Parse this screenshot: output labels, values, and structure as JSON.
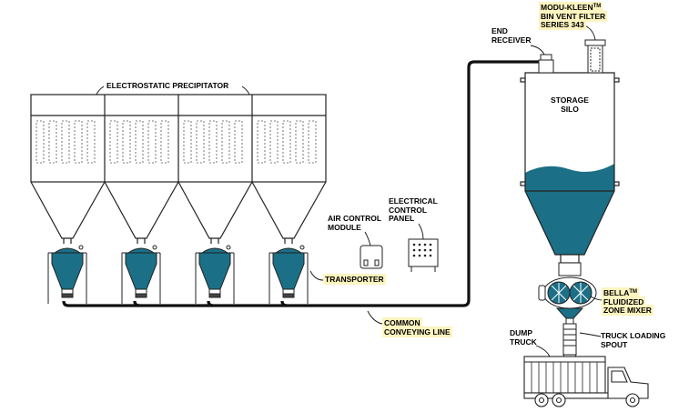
{
  "labels": {
    "precipitator": "ELECTROSTATIC PRECIPITATOR",
    "air_control_l1": "AIR CONTROL",
    "air_control_l2": "MODULE",
    "electrical_l1": "ELECTRICAL",
    "electrical_l2": "CONTROL",
    "electrical_l3": "PANEL",
    "transporter": "TRANSPORTER",
    "conveying_l1": "COMMON",
    "conveying_l2": "CONVEYING LINE",
    "end_receiver_l1": "END",
    "end_receiver_l2": "RECEIVER",
    "filter_l1_base": "MODU-KLEEN",
    "filter_l1_mark": "TM",
    "filter_l2": "BIN VENT FILTER",
    "filter_l3": "SERIES 343",
    "silo_l1": "STORAGE",
    "silo_l2": "SILO",
    "mixer_l1_base": "BELLA",
    "mixer_l1_mark": "TM",
    "mixer_l2": "FLUIDIZED",
    "mixer_l3": "ZONE MIXER",
    "spout_l1": "TRUCK LOADING",
    "spout_l2": "SPOUT",
    "truck_l1": "DUMP",
    "truck_l2": "TRUCK"
  },
  "colors": {
    "material": "#1b6f86",
    "line": "#111111",
    "highlight": "#fdf4bf"
  }
}
